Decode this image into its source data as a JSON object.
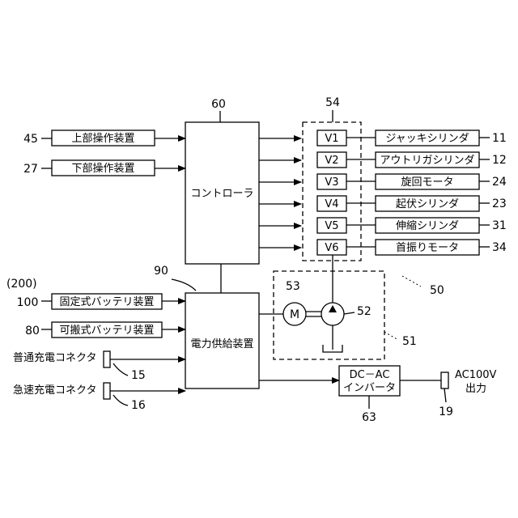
{
  "controller": {
    "label": "コントローラ",
    "ref": "60"
  },
  "power_unit": {
    "label": "電力供給装置",
    "ref": "90"
  },
  "inputs": [
    {
      "label": "上部操作装置",
      "ref": "45"
    },
    {
      "label": "下部操作装置",
      "ref": "27"
    }
  ],
  "batteries": {
    "group_ref": "(200)",
    "items": [
      {
        "label": "固定式バッテリ装置",
        "ref": "100"
      },
      {
        "label": "可搬式バッテリ装置",
        "ref": "80"
      }
    ]
  },
  "connectors": [
    {
      "label": "普通充電コネクタ",
      "ref": "15"
    },
    {
      "label": "急速充電コネクタ",
      "ref": "16"
    }
  ],
  "valve_block": {
    "ref": "54",
    "valves": [
      {
        "label": "V1",
        "actuator": "ジャッキシリンダ",
        "ref": "11"
      },
      {
        "label": "V2",
        "actuator": "アウトリガシリンダ",
        "ref": "12"
      },
      {
        "label": "V3",
        "actuator": "旋回モータ",
        "ref": "24"
      },
      {
        "label": "V4",
        "actuator": "起伏シリンダ",
        "ref": "23"
      },
      {
        "label": "V5",
        "actuator": "伸縮シリンダ",
        "ref": "31"
      },
      {
        "label": "V6",
        "actuator": "首振りモータ",
        "ref": "34"
      }
    ]
  },
  "pump_unit": {
    "unit_ref": "51",
    "motor_symbol": "M",
    "motor_ref": "53",
    "pump_ref": "52"
  },
  "hydraulic_ref": "50",
  "inverter": {
    "line1": "DC－AC",
    "line2": "インバータ",
    "ref": "63"
  },
  "output": {
    "line1": "AC100V",
    "line2": "出力",
    "ref": "19"
  }
}
